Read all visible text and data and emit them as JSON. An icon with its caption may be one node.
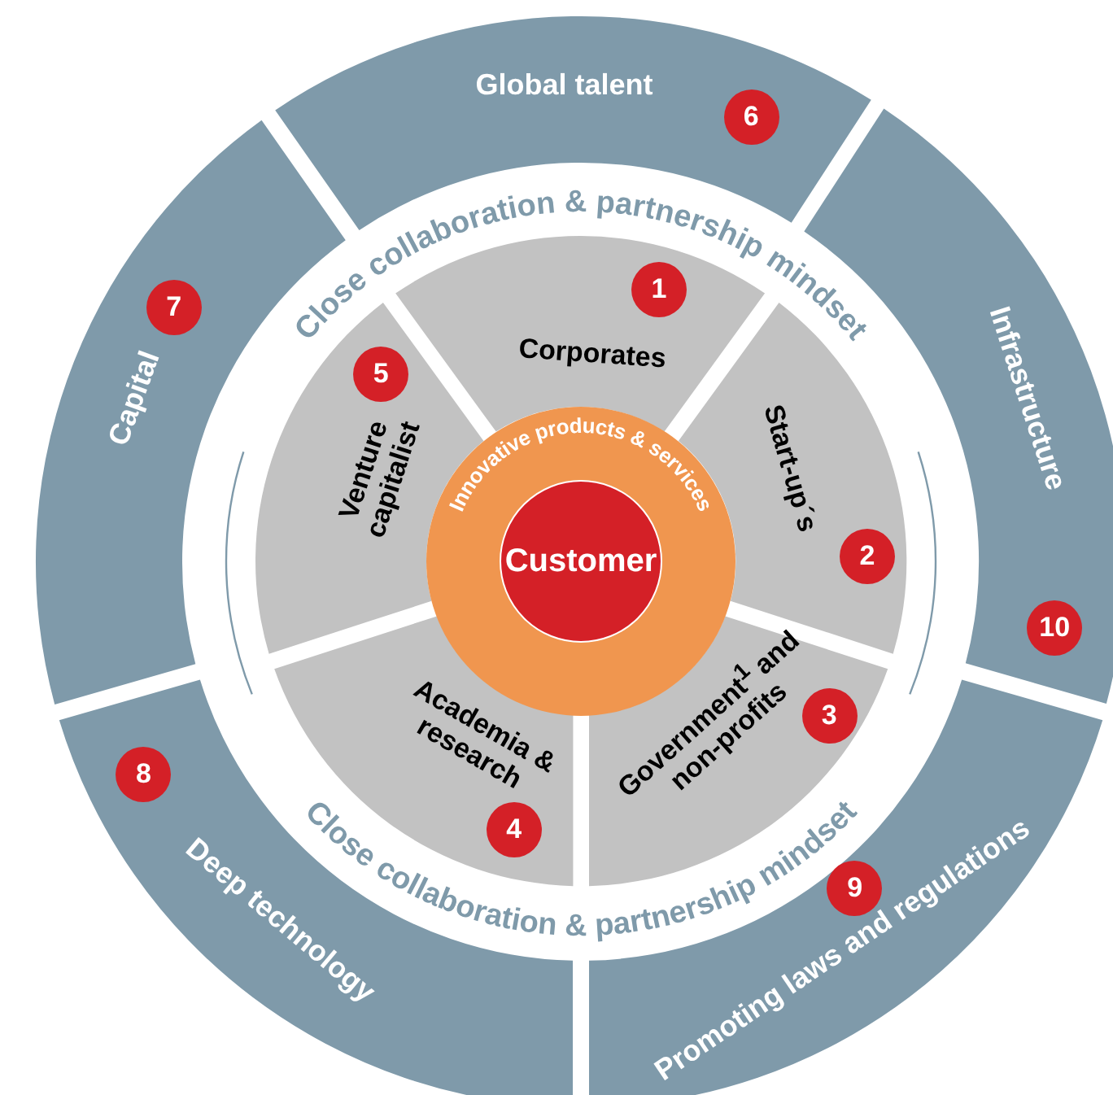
{
  "diagram": {
    "nodes": [
      {
        "text": [
          "Global talent"
        ]
      },
      {
        "text": [
          "6"
        ],
        "in": 0
      },
      {
        "text": [
          "Infrastructure"
        ]
      },
      {
        "text": [
          "10"
        ],
        "in": 2
      },
      {
        "text": [
          "Promoting laws and regulations"
        ]
      },
      {
        "text": [
          "9"
        ],
        "in": 4
      },
      {
        "text": [
          "Deep technology"
        ]
      },
      {
        "text": [
          "8"
        ],
        "in": 6
      },
      {
        "text": [
          "Capital"
        ]
      },
      {
        "text": [
          "7"
        ],
        "in": 8
      },
      {
        "text": [
          "Corporates"
        ]
      },
      {
        "text": [
          "1"
        ],
        "in": 10
      },
      {
        "text": [
          "Start-up´s"
        ]
      },
      {
        "text": [
          "2"
        ],
        "in": 12
      },
      {
        "text": [
          "Government$^{1}$ and non-profits"
        ]
      },
      {
        "text": [
          "3"
        ],
        "in": 14
      },
      {
        "text": [
          "Academia & research"
        ]
      },
      {
        "text": [
          "4"
        ],
        "in": 16
      },
      {
        "text": [
          "Venture capitalist"
        ]
      },
      {
        "text": [
          "5"
        ],
        "in": 18
      },
      {
        "text": [
          "Innovative products & services"
        ]
      },
      {
        "text": [
          "Customer"
        ],
        "in": 20
      }
    ],
    "edges": [],
    "labels": [
      "Close collaboration & partnership mindset",
      "Close collaboration & partnership mindset"
    ]
  }
}
